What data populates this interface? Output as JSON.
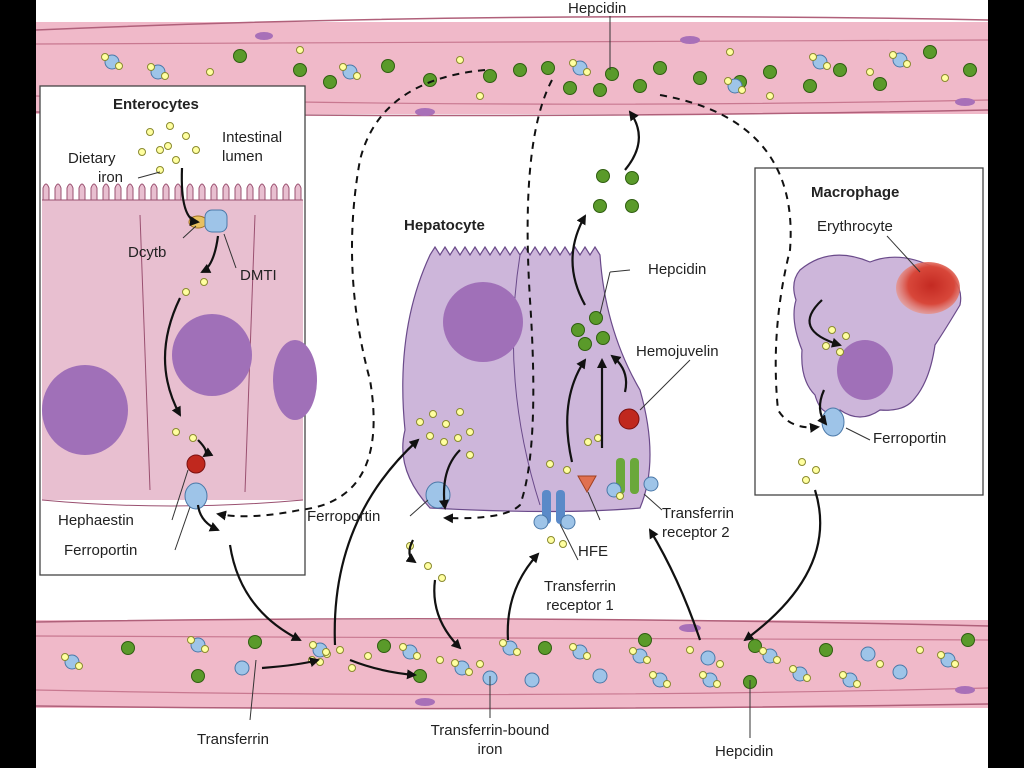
{
  "diagram": {
    "vessel_top_label": "Hepcidin",
    "enterocytes": {
      "title": "Enterocytes",
      "dietary_iron": [
        "Dietary",
        "iron"
      ],
      "intestinal_lumen": [
        "Intestinal",
        "lumen"
      ],
      "dcytb": "Dcytb",
      "dmti": "DMTI",
      "hephaestin": "Hephaestin",
      "ferroportin": "Ferroportin"
    },
    "hepatocyte": {
      "title": "Hepatocyte",
      "hepcidin": "Hepcidin",
      "hemojuvelin": "Hemojuvelin",
      "ferroportin": "Ferroportin",
      "hfe": "HFE",
      "transferrin_receptor_1": [
        "Transferrin",
        "receptor 1"
      ],
      "transferrin_receptor_2": [
        "Transferrin",
        "receptor 2"
      ]
    },
    "macrophage": {
      "title": "Macrophage",
      "erythrocyte": "Erythrocyte",
      "ferroportin": "Ferroportin"
    },
    "bottom": {
      "transferrin": "Transferrin",
      "transferrin_bound_iron": [
        "Transferrin-bound",
        "iron"
      ],
      "hepcidin": "Hepcidin"
    },
    "colors": {
      "background": "#000000",
      "panel": "#ffffff",
      "vessel": "#f0b9c9",
      "cell": "#e8bfd0",
      "hepatocyte": "#cdb6da",
      "nucleus": "#a070b8",
      "iron": "#ffffa0",
      "hepcidin": "#5a9a2a",
      "transferrin": "#9ec4e8",
      "hephaestin": "#c0281e",
      "hfe": "#e07050",
      "tfr1": "#5a8ac8",
      "tfr2": "#6aa83a"
    }
  }
}
